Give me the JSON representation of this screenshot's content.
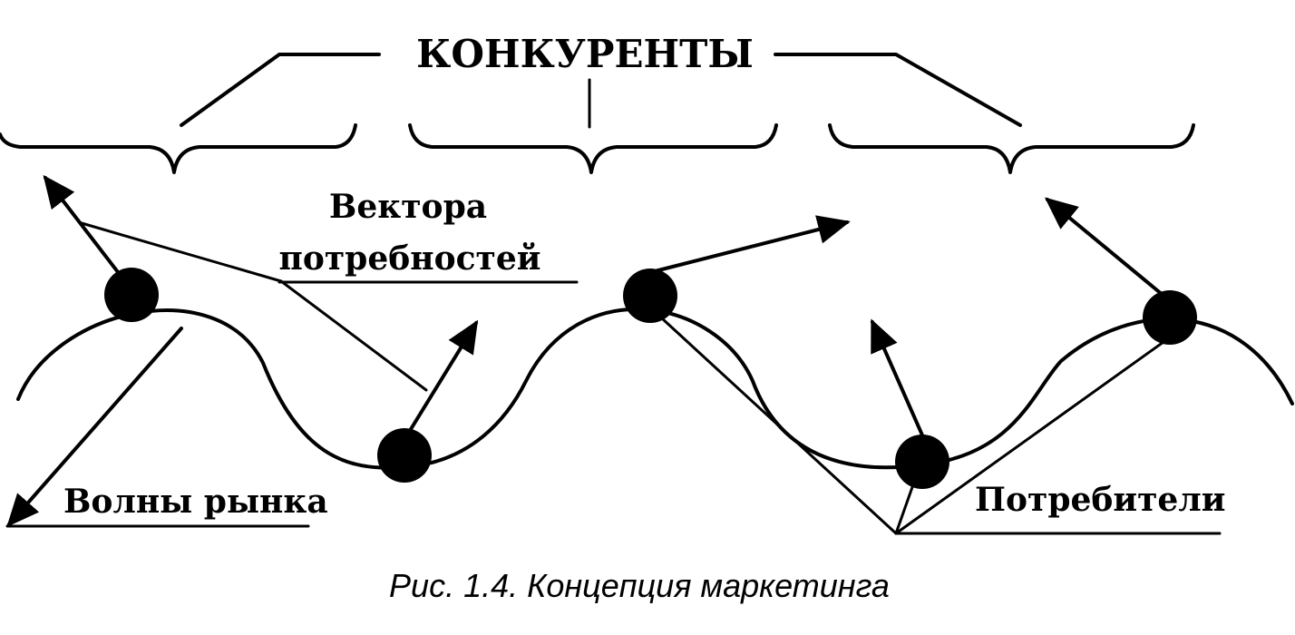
{
  "labels": {
    "competitors": "КОНКУРЕНТЫ",
    "needs_vectors_line1": "Вектора",
    "needs_vectors_line2": "потребностей",
    "market_waves": "Волны рынка",
    "consumers": "Потребители"
  },
  "caption": "Рис. 1.4. Концепция маркетинга",
  "colors": {
    "ink": "#000000",
    "background": "#ffffff"
  }
}
